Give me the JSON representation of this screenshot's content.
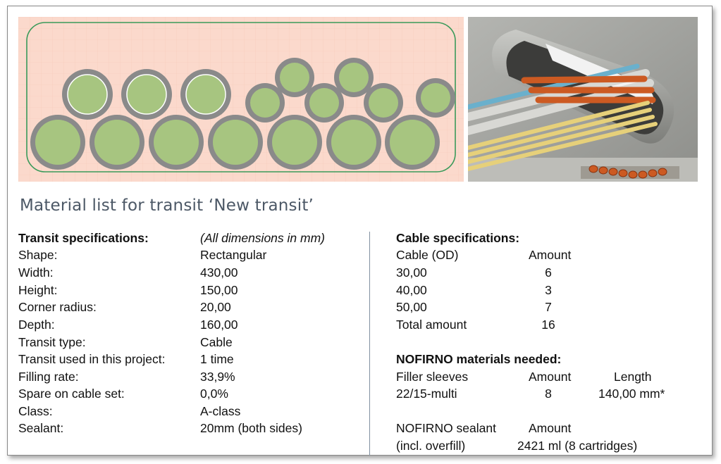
{
  "title": "Material list for transit ‘New transit’",
  "transit": {
    "heading": "Transit specifications:",
    "note": "(All dimensions in mm)",
    "rows": [
      {
        "label": "Shape:",
        "value": "Rectangular"
      },
      {
        "label": "Width:",
        "value": "430,00"
      },
      {
        "label": "Height:",
        "value": "150,00"
      },
      {
        "label": "Corner radius:",
        "value": "20,00"
      },
      {
        "label": "Depth:",
        "value": "160,00"
      },
      {
        "label": "Transit type:",
        "value": "Cable"
      },
      {
        "label": "Transit used in this project:",
        "value": "1 time"
      },
      {
        "label": "Filling rate:",
        "value": "33,9%"
      },
      {
        "label": "Spare on cable set:",
        "value": "0,0%"
      },
      {
        "label": "Class:",
        "value": "A-class"
      },
      {
        "label": "Sealant:",
        "value": "20mm (both sides)"
      }
    ]
  },
  "cables": {
    "heading": "Cable specifications:",
    "col_od": "Cable (OD)",
    "col_amount": "Amount",
    "rows": [
      {
        "od": "30,00",
        "amount": "6"
      },
      {
        "od": "40,00",
        "amount": "3"
      },
      {
        "od": "50,00",
        "amount": "7"
      }
    ],
    "total_label": "Total amount",
    "total_value": "16"
  },
  "nofirno": {
    "heading": "NOFIRNO materials needed:",
    "col_filler": "Filler sleeves",
    "col_amount": "Amount",
    "col_length": "Length",
    "filler_name": "22/15-multi",
    "filler_amount": "8",
    "filler_length": "140,00 mm*",
    "sealant_label": "NOFIRNO sealant",
    "sealant_amount_label": "Amount",
    "sealant_note": "(incl. overfill)",
    "sealant_value": "2421 ml (8 cartridges)"
  },
  "colors": {
    "diagram_bg": "#fbd9cc",
    "frame_outline": "#3a9a5a",
    "cable_fill": "#a7c580",
    "cable_ring": "#8a8a8a",
    "title_color": "#4c5866"
  }
}
